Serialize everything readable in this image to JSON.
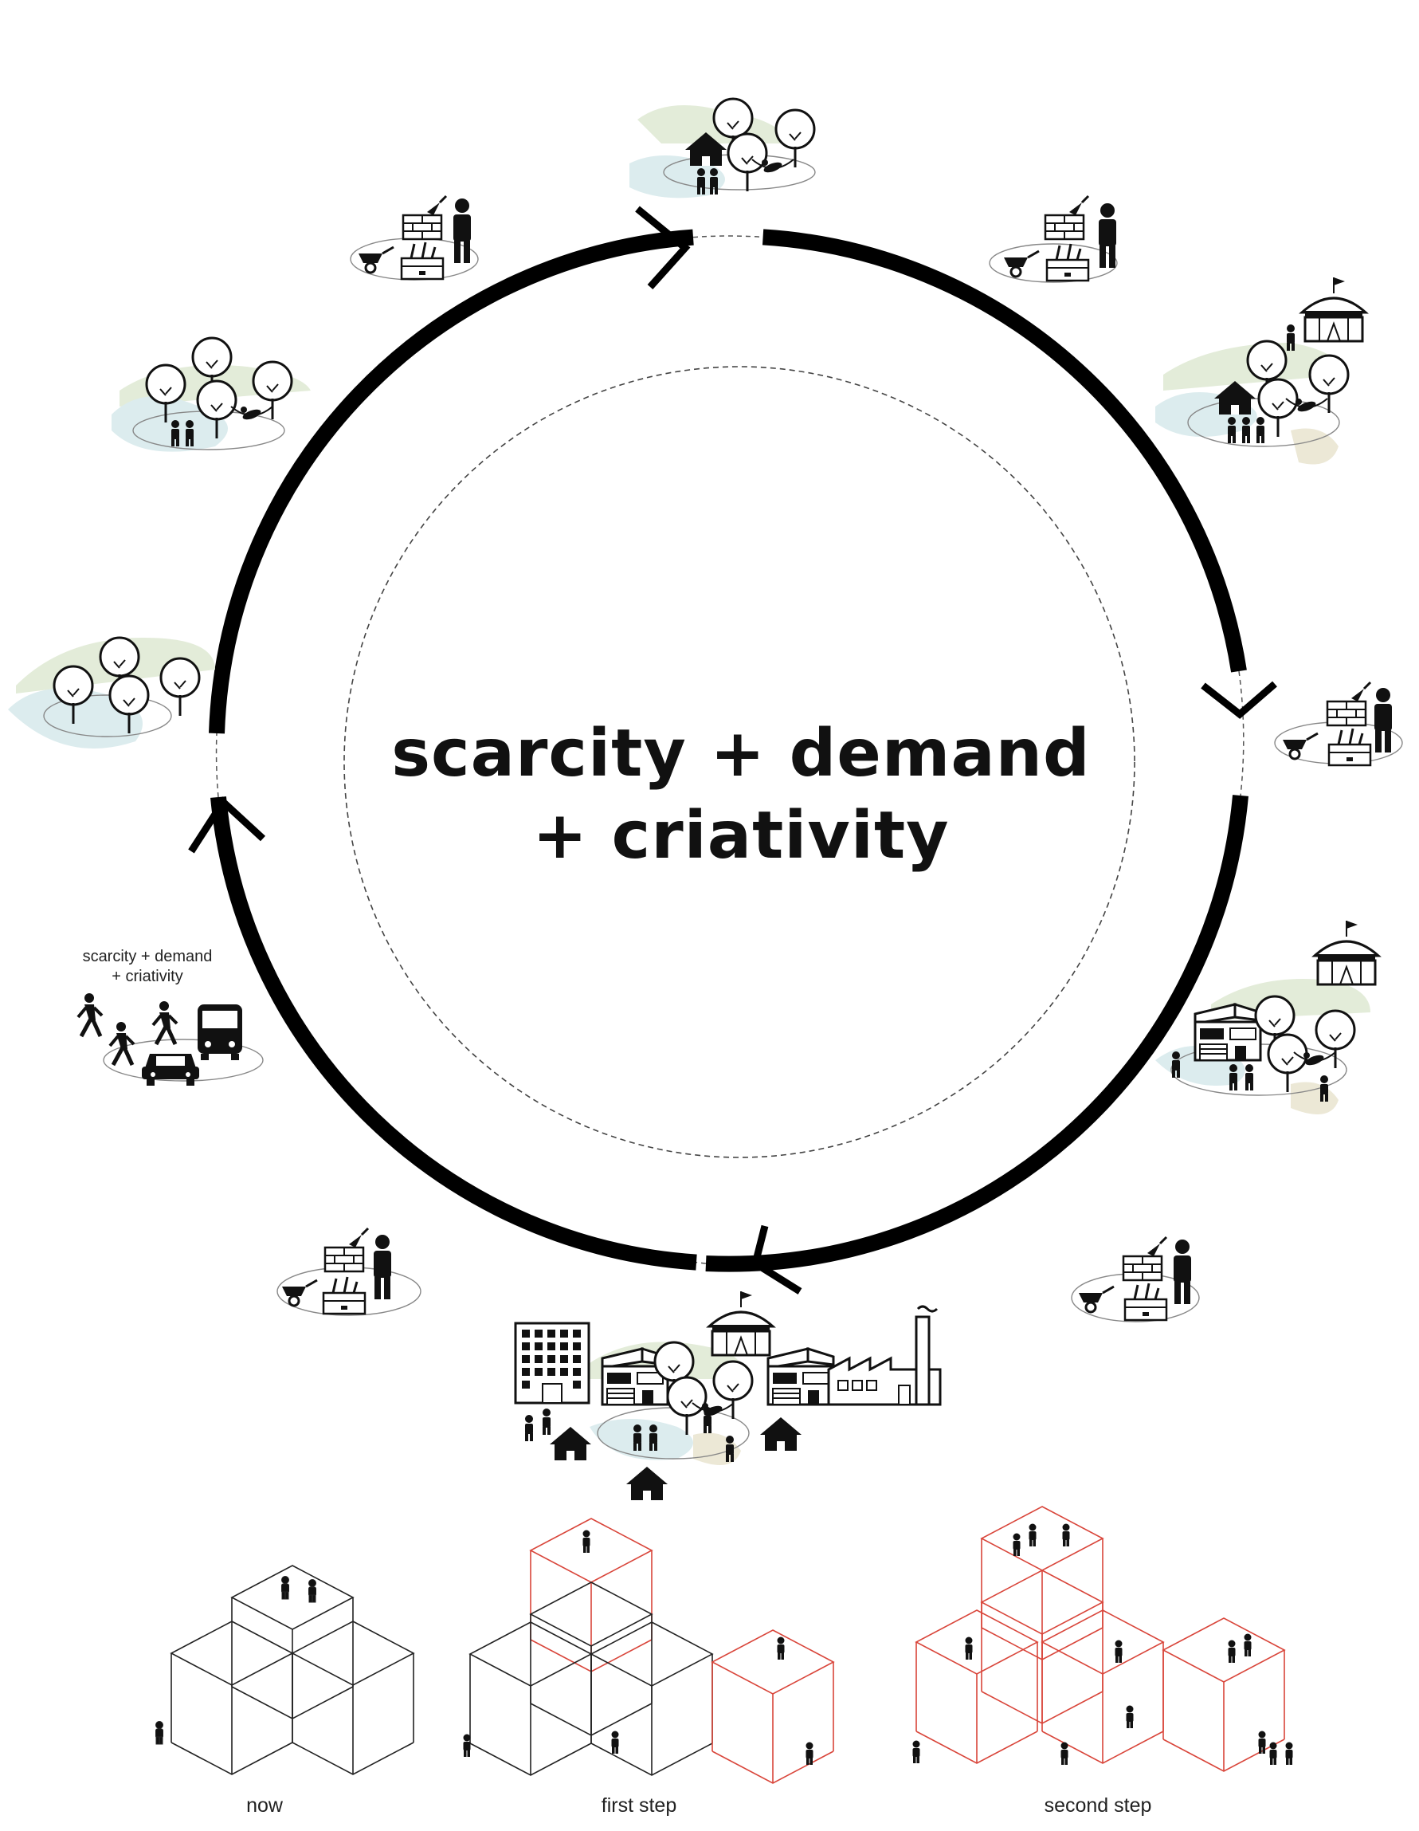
{
  "center": {
    "line1": "scarcity + demand",
    "line2": "+ criativity"
  },
  "side_caption": {
    "line1": "scarcity + demand",
    "line2": "+ criativity"
  },
  "steps": [
    {
      "label": "now"
    },
    {
      "label": "first step"
    },
    {
      "label": "second step"
    }
  ],
  "colors": {
    "ink": "#111111",
    "new_module": "#d9453a",
    "existing_module": "#222222",
    "green_wash": "#e3ecd9",
    "blue_wash": "#dcecee",
    "sand_wash": "#ece8d6"
  },
  "icons": [
    "arrow-chevron-icon",
    "tree-icon",
    "house-icon",
    "person-icon",
    "wheelbarrow-icon",
    "brick-wall-icon",
    "toolbox-icon",
    "tent-icon",
    "bus-icon",
    "car-icon",
    "walking-person-icon",
    "apartment-building-icon",
    "modern-house-icon",
    "factory-icon",
    "hammock-icon",
    "isometric-cube-icon"
  ]
}
